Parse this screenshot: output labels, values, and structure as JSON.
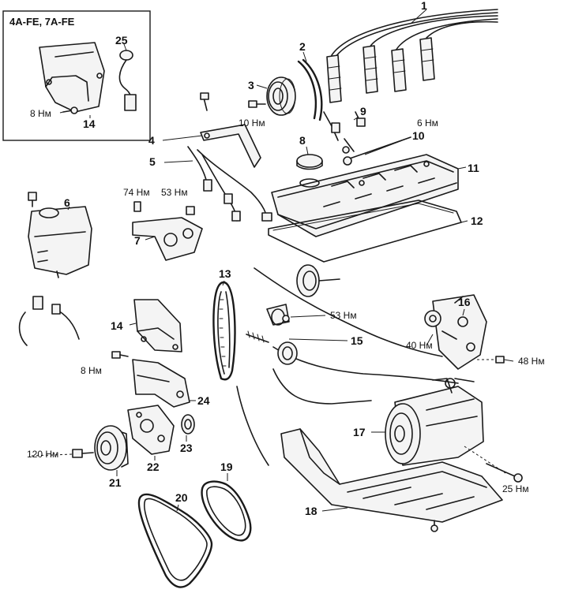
{
  "inset": {
    "title": "4A-FE, 7A-FE"
  },
  "callouts": {
    "c1": "1",
    "c2": "2",
    "c3": "3",
    "c4": "4",
    "c5": "5",
    "c6": "6",
    "c7": "7",
    "c8": "8",
    "c9": "9",
    "c10": "10",
    "c11": "11",
    "c12": "12",
    "c13": "13",
    "c14": "14",
    "c14b": "14",
    "c15": "15",
    "c16": "16",
    "c17": "17",
    "c18": "18",
    "c19": "19",
    "c20": "20",
    "c21": "21",
    "c22": "22",
    "c23": "23",
    "c24": "24",
    "c25": "25"
  },
  "torques": {
    "t_inset_8": "8 Нм",
    "t_10": "10 Нм",
    "t_6": "6 Нм",
    "t_74": "74 Нм",
    "t_53a": "53 Нм",
    "t_53b": "53 Нм",
    "t_40": "40 Нм",
    "t_48": "48 Нм",
    "t_8": "8 Нм",
    "t_120": "120 Нм",
    "t_25": "25 Нм"
  }
}
